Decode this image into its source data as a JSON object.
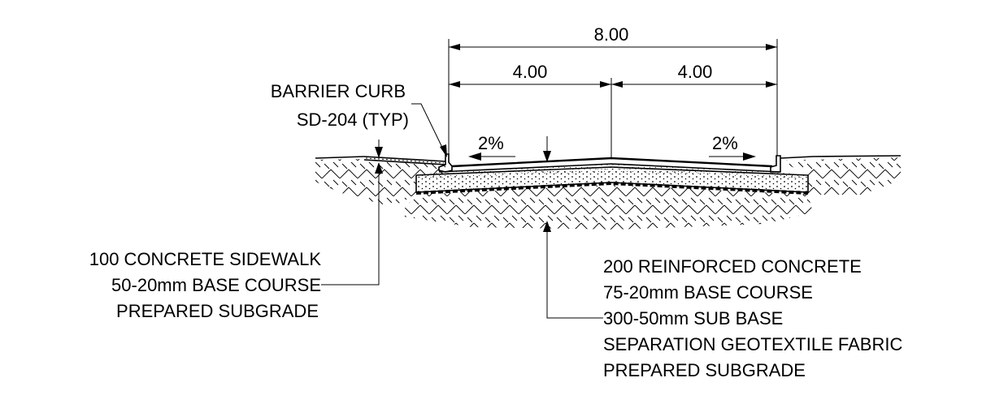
{
  "dimensions": {
    "total": "8.00",
    "left_lane": "4.00",
    "right_lane": "4.00"
  },
  "slopes": {
    "left": "2%",
    "right": "2%"
  },
  "labels": {
    "barrier_curb": [
      "BARRIER CURB",
      "SD-204 (TYP)"
    ],
    "sidewalk": [
      "100 CONCRETE SIDEWALK",
      "50-20mm BASE COURSE",
      "PREPARED SUBGRADE"
    ],
    "pavement": [
      "200 REINFORCED CONCRETE",
      "75-20mm BASE COURSE",
      "300-50mm SUB BASE",
      "SEPARATION GEOTEXTILE FABRIC",
      "PREPARED SUBGRADE"
    ]
  }
}
